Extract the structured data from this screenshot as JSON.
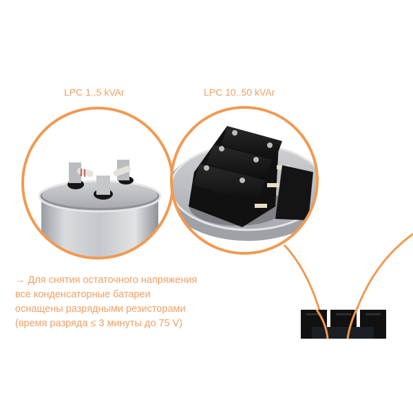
{
  "accent_color": "#f19a52",
  "products": [
    {
      "label": "LPC 1..5 kVAr",
      "image": "round-capacitor-with-resistors"
    },
    {
      "label": "LPC 10..50 kVAr",
      "image": "capacitor-with-terminal-block"
    }
  ],
  "note": {
    "arrow": "→",
    "lines": [
      "Для снятия остаточного напряжения",
      "все конденсаторные батареи",
      "оснащены разрядными резисторами",
      "(время разряда ≤ 3 минуты до 75 V)"
    ]
  }
}
